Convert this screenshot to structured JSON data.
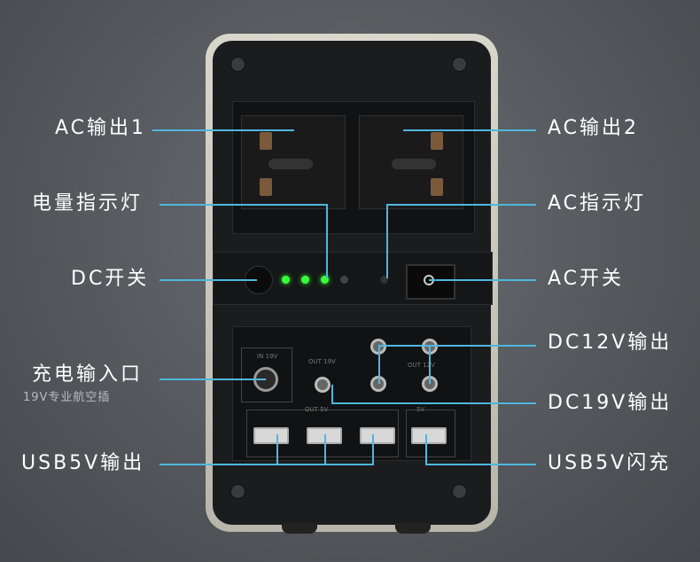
{
  "labels": {
    "ac_out_1": "AC输出1",
    "ac_out_2": "AC输出2",
    "battery_indicator": "电量指示灯",
    "ac_indicator": "AC指示灯",
    "dc_switch": "DC开关",
    "ac_switch": "AC开关",
    "charge_input": "充电输入口",
    "charge_input_sub": "19V专业航空插",
    "dc12v_out": "DC12V输出",
    "dc19v_out": "DC19V输出",
    "usb5v_out": "USB5V输出",
    "usb5v_flash": "USB5V闪充"
  },
  "device_text": {
    "in_19v": "IN 19V",
    "out_19v": "OUT 19V",
    "out_12v": "OUT 12V",
    "out_5v": "OUT 5V",
    "out_5v_2": "5V"
  },
  "colors": {
    "leader_line": "#4fb7de",
    "led_green": "#39ff3a"
  }
}
